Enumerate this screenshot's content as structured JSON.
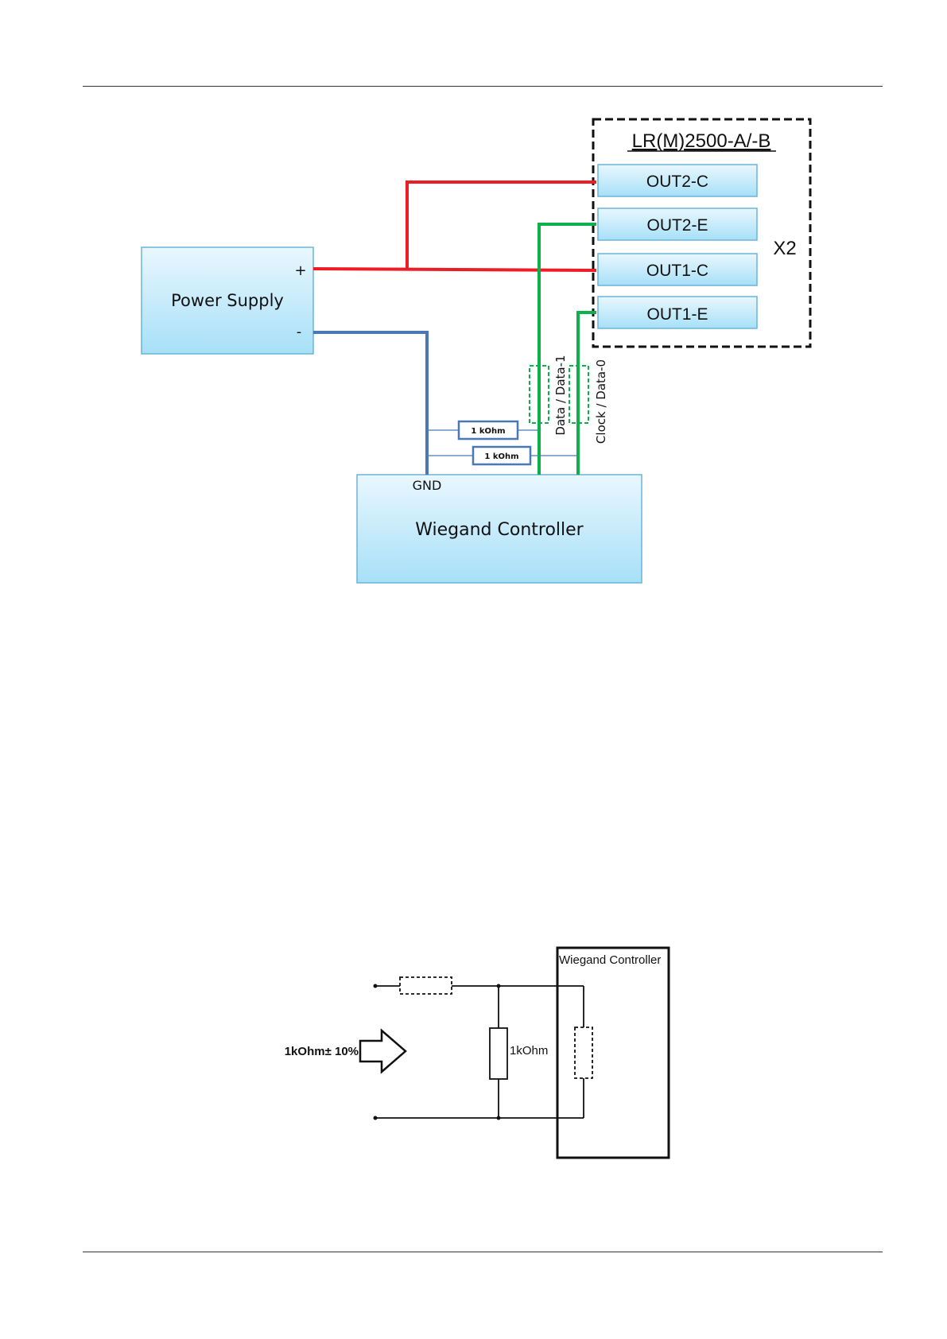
{
  "diagram1": {
    "device_title": "LR(M)2500-A/-B",
    "outputs": [
      "OUT2-C",
      "OUT2-E",
      "OUT1-C",
      "OUT1-E"
    ],
    "connector_label": "X2",
    "power_supply": {
      "label": "Power Supply",
      "plus": "+",
      "minus": "-"
    },
    "controller": {
      "label": "Wiegand Controller",
      "gnd": "GND"
    },
    "resistors": [
      "1 kOhm",
      "1 kOhm"
    ],
    "signals": {
      "data": "Data / Data-1",
      "clock": "Clock / Data-0"
    },
    "colors": {
      "power": "#ee1c24",
      "ground": "#4a78b5",
      "signal": "#0db04b",
      "box_top": "#e9f7fe",
      "box_bottom": "#a9e1f8"
    }
  },
  "diagram2": {
    "controller_label": "Wiegand Controller",
    "resistor_label": "1kOhm",
    "tolerance_label": "1kOhm± 10%"
  }
}
